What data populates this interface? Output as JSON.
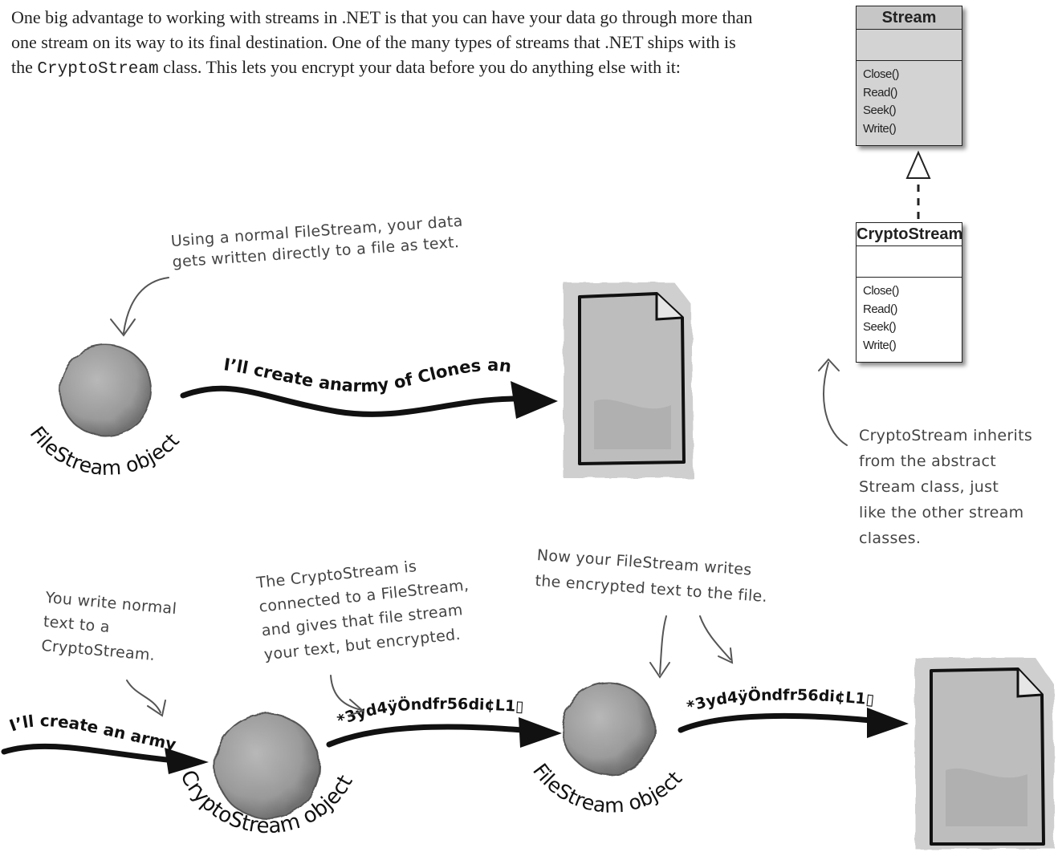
{
  "intro": {
    "part1": "One big advantage to working with streams in .NET is that you can have your data go through more than one stream on its way to its final destination. One of the many types of streams that .NET ships with is the ",
    "code": "CryptoStream",
    "part2": " class. This lets you encrypt your data before you do anything else with it:"
  },
  "uml": {
    "base": {
      "title": "Stream",
      "methods": [
        "Close()",
        "Read()",
        "Seek()",
        "Write()"
      ]
    },
    "derived": {
      "title": "CryptoStream",
      "methods": [
        "Close()",
        "Read()",
        "Seek()",
        "Write()"
      ]
    }
  },
  "annotations": {
    "filestream_note": [
      "Using a normal FileStream, your data",
      "gets written directly to a file as text."
    ],
    "inherit_note": [
      "CryptoStream inherits",
      "from the abstract",
      "Stream class, just",
      "like the other stream",
      "classes."
    ],
    "write_note": [
      "You write normal",
      "text to a",
      "CryptoStream."
    ],
    "connected_note": [
      "The CryptoStream is",
      "connected to a FileStream,",
      "and gives that file stream",
      "your text, but encrypted."
    ],
    "writes_note": [
      "Now your FileStream writes",
      "the encrypted text to the file."
    ]
  },
  "streams": {
    "top_text": "I’ll create anarmy of Clones and",
    "top_object": "FileStream object",
    "input_text": "I’ll create an army",
    "crypto_object": "CryptoStream object",
    "encrypted_text_1": "*3yd4ÿÖndfr56di¢L1▯",
    "file_object": "FileStream object",
    "encrypted_text_2": "*3yd4ÿÖndfr56di¢L1▯"
  },
  "icons": [
    "sphere-icon",
    "file-icon",
    "arrow-icon"
  ]
}
